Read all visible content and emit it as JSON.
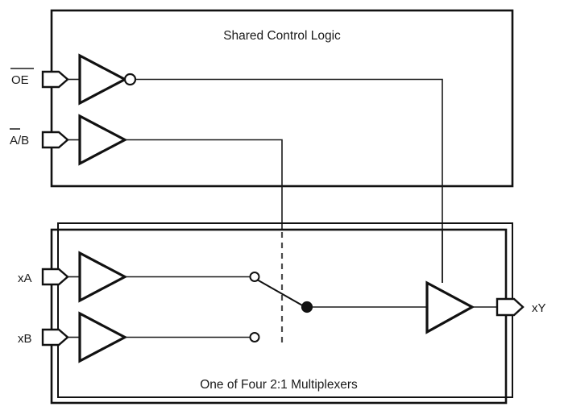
{
  "diagram": {
    "title_top": "Shared Control Logic",
    "title_bottom": "One of Four 2:1 Multiplexers",
    "colors": {
      "line": "#111111",
      "wire": "#1a1a1a",
      "dashed": "#4a4a4a",
      "background": "#ffffff"
    },
    "inputs": [
      {
        "label": "OE",
        "overline": "full",
        "name": "output-enable"
      },
      {
        "label": "A/B",
        "overline": "first-char",
        "name": "a-b-select"
      },
      {
        "label": "xA",
        "overline": "none",
        "name": "input-xa"
      },
      {
        "label": "xB",
        "overline": "none",
        "name": "input-xb"
      }
    ],
    "outputs": [
      {
        "label": "xY",
        "overline": "none",
        "name": "output-xy"
      }
    ],
    "gates": [
      {
        "name": "oe-inverter",
        "type": "inverter",
        "bubble": true
      },
      {
        "name": "ab-buffer",
        "type": "buffer",
        "bubble": false
      },
      {
        "name": "xa-buffer",
        "type": "buffer",
        "bubble": false
      },
      {
        "name": "xb-buffer",
        "type": "buffer",
        "bubble": false
      },
      {
        "name": "output-buffer",
        "type": "tristate-buffer",
        "bubble": false
      }
    ],
    "switch": {
      "name": "mux-switch",
      "contact_a": "open",
      "contact_b": "open",
      "common": "closed",
      "selected": "xA"
    }
  }
}
